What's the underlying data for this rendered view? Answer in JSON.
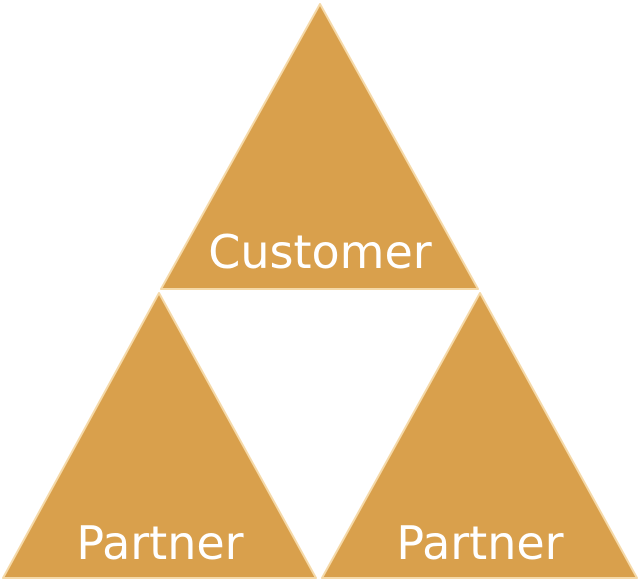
{
  "diagram": {
    "fill_color": "#d9a04c",
    "triangles": [
      {
        "id": "top",
        "label": "Customer"
      },
      {
        "id": "bottom-left",
        "label": "Partner"
      },
      {
        "id": "bottom-right",
        "label": "Partner"
      }
    ]
  }
}
